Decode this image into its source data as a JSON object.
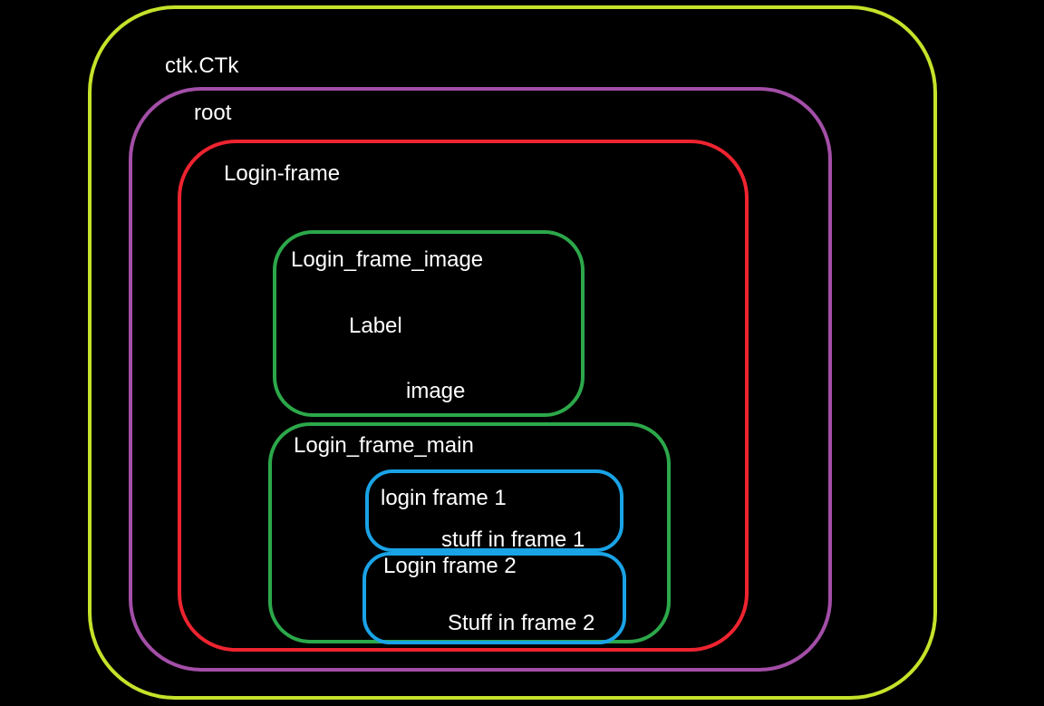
{
  "colors": {
    "background": "#000000",
    "text": "#ffffff",
    "ctk_frame": "#c6e22a",
    "root_frame": "#a34ea7",
    "login_frame": "#ee2430",
    "green_frames": "#2ca84a",
    "blue_frames": "#1aa3e6"
  },
  "frames": {
    "ctk": {
      "label": "ctk.CTk"
    },
    "root": {
      "label": "root"
    },
    "login_frame": {
      "label": "Login-frame"
    },
    "login_frame_image": {
      "label": "Login_frame_image",
      "children": [
        "Label",
        "image"
      ]
    },
    "login_frame_main": {
      "label": "Login_frame_main"
    },
    "login_frame_1": {
      "label": "login frame 1",
      "content": "stuff in frame 1"
    },
    "login_frame_2": {
      "label": "Login frame 2",
      "content": "Stuff in frame 2"
    }
  }
}
